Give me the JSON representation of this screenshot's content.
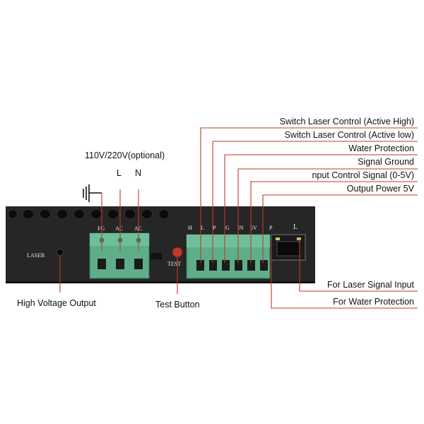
{
  "colors": {
    "leader_line": "#c0392b",
    "chassis": "#2a2a2a",
    "terminal_green": "#5fae8a",
    "test_button": "#c0392b"
  },
  "labels": {
    "voltage": "110V/220V(optional)",
    "l": "L",
    "n": "N",
    "laser_port": "LASER",
    "test_port": "TEST",
    "lan_port": "L",
    "high_voltage_output": "High Voltage Output",
    "test_button": "Test Button",
    "switch_active_high": "Switch Laser Control (Active High)",
    "switch_active_low": "Switch Laser Control (Active low)",
    "water_protection": "Water Protection",
    "signal_ground": "Signal Ground",
    "input_control_signal": "nput Control Signal (0-5V)",
    "output_power_5v": "Output Power 5V",
    "laser_signal_input": "For Laser Signal Input",
    "water_protection_port": "For Water Protection"
  },
  "terminals_left": [
    "FG",
    "AC",
    "AC"
  ],
  "terminals_right": [
    "H",
    "L",
    "P",
    "G",
    "IN",
    "5V"
  ],
  "rj_side_label": "P",
  "icons": {
    "ground": "ground-icon",
    "test_button": "test-button-icon"
  }
}
